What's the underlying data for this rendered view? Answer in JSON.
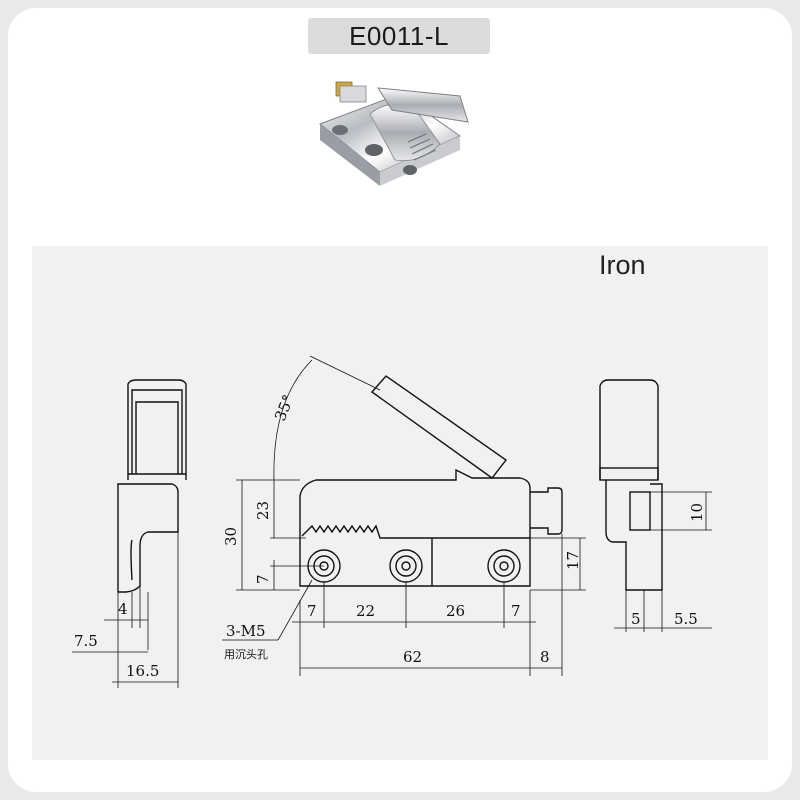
{
  "product_code": "E0011-L",
  "material": "Iron",
  "photo": {
    "icon": "chrome-sash-lock-photo"
  },
  "dimensions": {
    "angle": "35°",
    "height_total": "30",
    "height_upper": "23",
    "offset_hole": "7",
    "right_height": "17",
    "spacing_edge_left": "7",
    "spacing_1": "22",
    "spacing_2": "26",
    "spacing_edge_right": "7",
    "total_length": "62",
    "bolt_extension": "8",
    "left_view_a": "4",
    "left_view_b": "7.5",
    "left_view_c": "16.5",
    "right_view_height": "10",
    "right_view_a": "5",
    "right_view_b": "5.5",
    "holes_label": "3-M5",
    "holes_note": "用沉头孔"
  },
  "colors": {
    "badge": "#dcdcdc",
    "panel": "#f1f1f1",
    "ink": "#111111"
  }
}
